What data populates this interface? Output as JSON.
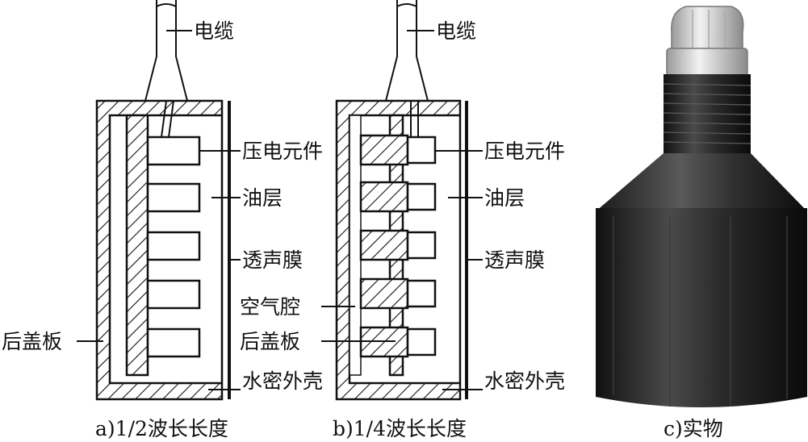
{
  "diagram_a": {
    "label_cable": "电缆",
    "label_piezo": "压电元件",
    "label_oil": "油层",
    "label_membrane": "透声膜",
    "label_back_cover": "后盖板",
    "label_housing": "水密外壳",
    "caption": "a)1/2波长长度"
  },
  "diagram_b": {
    "label_cable": "电缆",
    "label_piezo": "压电元件",
    "label_oil": "油层",
    "label_membrane": "透声膜",
    "label_air_cavity": "空气腔",
    "label_back_cover": "后盖板",
    "label_housing": "水密外壳",
    "caption": "b)1/4波长长度"
  },
  "photo": {
    "caption": "c)实物"
  },
  "colors": {
    "line": "#111111",
    "sensor_body": "#2b2b2b",
    "gland": "#d9d9d9"
  }
}
